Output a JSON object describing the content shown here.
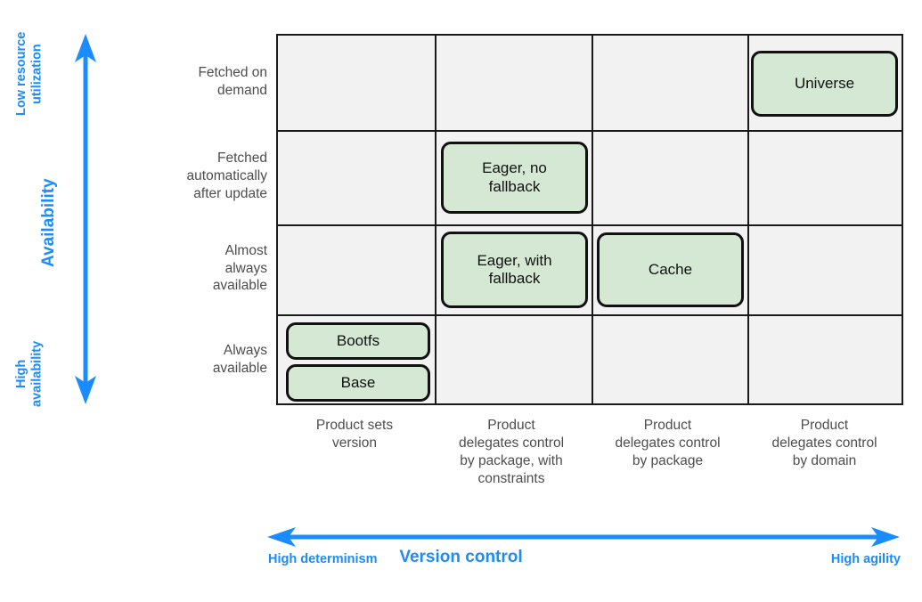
{
  "diagram": {
    "y_axis": {
      "title": "Availability",
      "top_label": "Low resource\nutilization",
      "bottom_label": "High\navailability",
      "arrow_icon": "double-headed-vertical-arrow",
      "color": "#1a8cff"
    },
    "x_axis": {
      "title": "Version control",
      "left_label": "High determinism",
      "right_label": "High agility",
      "arrow_icon": "double-headed-horizontal-arrow",
      "color": "#1a8cff"
    },
    "row_labels": [
      "Fetched on\ndemand",
      "Fetched\nautomatically\nafter update",
      "Almost\nalways\navailable",
      "Always\navailable"
    ],
    "column_labels": [
      "Product sets\nversion",
      "Product\ndelegates control\nby package, with\nconstraints",
      "Product\ndelegates control\nby package",
      "Product\ndelegates control\nby domain"
    ],
    "nodes": [
      {
        "label": "Universe",
        "row": 0,
        "col": 3
      },
      {
        "label": "Eager, no\nfallback",
        "row": 1,
        "col": 1
      },
      {
        "label": "Eager, with\nfallback",
        "row": 2,
        "col": 1
      },
      {
        "label": "Cache",
        "row": 2,
        "col": 2
      },
      {
        "label": "Bootfs",
        "row": 3,
        "col": 0
      },
      {
        "label": "Base",
        "row": 3,
        "col": 0
      }
    ],
    "colors": {
      "node_fill": "#d5e8d4",
      "node_border": "#111111",
      "cell_background": "#f2f2f2",
      "grid_line": "#1a1a1a",
      "label_text": "#4d4d4d",
      "accent": "#1a8cff"
    }
  }
}
